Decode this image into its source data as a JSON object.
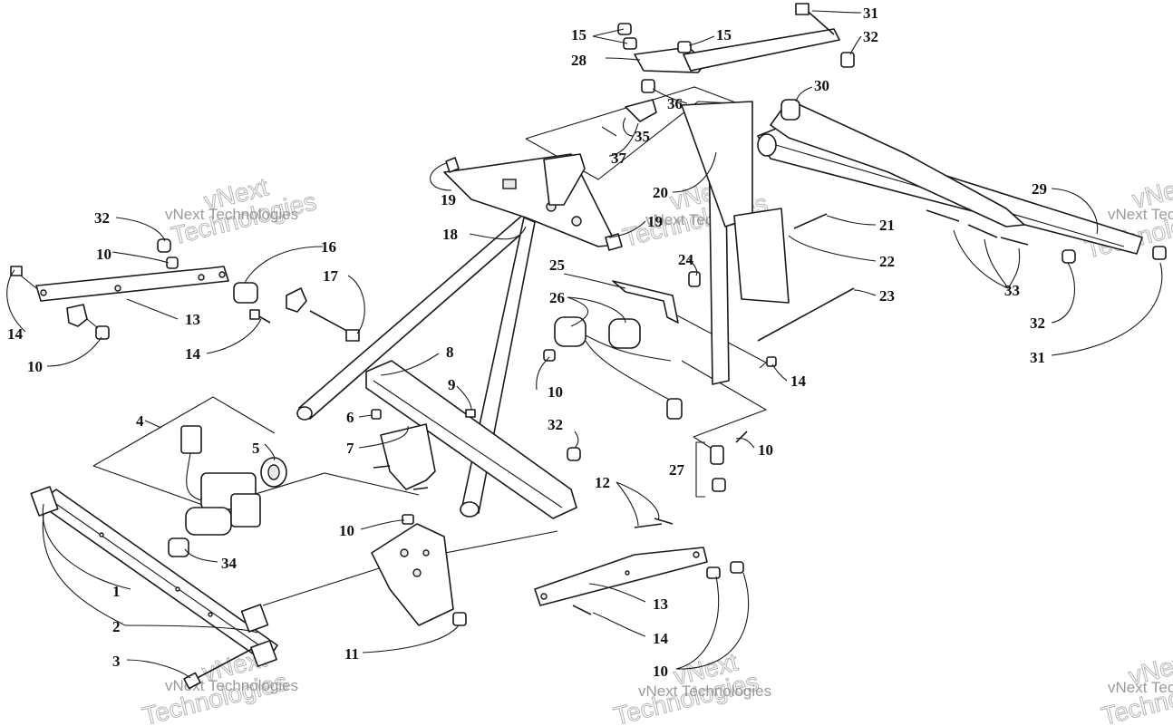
{
  "diagram": {
    "watermark_company": "vNext Technologies",
    "watermark_brand": "vNext",
    "watermark_word": "Technologies",
    "labels": [
      {
        "id": "c1",
        "text": "1"
      },
      {
        "id": "c2",
        "text": "2"
      },
      {
        "id": "c3",
        "text": "3"
      },
      {
        "id": "c4",
        "text": "4"
      },
      {
        "id": "c5",
        "text": "5"
      },
      {
        "id": "c6",
        "text": "6"
      },
      {
        "id": "c7",
        "text": "7"
      },
      {
        "id": "c8",
        "text": "8"
      },
      {
        "id": "c9",
        "text": "9"
      },
      {
        "id": "c10a",
        "text": "10"
      },
      {
        "id": "c10b",
        "text": "10"
      },
      {
        "id": "c10c",
        "text": "10"
      },
      {
        "id": "c10d",
        "text": "10"
      },
      {
        "id": "c10e",
        "text": "10"
      },
      {
        "id": "c10f",
        "text": "10"
      },
      {
        "id": "c11",
        "text": "11"
      },
      {
        "id": "c12",
        "text": "12"
      },
      {
        "id": "c13a",
        "text": "13"
      },
      {
        "id": "c13b",
        "text": "13"
      },
      {
        "id": "c14a",
        "text": "14"
      },
      {
        "id": "c14b",
        "text": "14"
      },
      {
        "id": "c14c",
        "text": "14"
      },
      {
        "id": "c14d",
        "text": "14"
      },
      {
        "id": "c15a",
        "text": "15"
      },
      {
        "id": "c15b",
        "text": "15"
      },
      {
        "id": "c16",
        "text": "16"
      },
      {
        "id": "c17",
        "text": "17"
      },
      {
        "id": "c18",
        "text": "18"
      },
      {
        "id": "c19a",
        "text": "19"
      },
      {
        "id": "c19b",
        "text": "19"
      },
      {
        "id": "c20",
        "text": "20"
      },
      {
        "id": "c21",
        "text": "21"
      },
      {
        "id": "c22",
        "text": "22"
      },
      {
        "id": "c23",
        "text": "23"
      },
      {
        "id": "c24",
        "text": "24"
      },
      {
        "id": "c25",
        "text": "25"
      },
      {
        "id": "c26",
        "text": "26"
      },
      {
        "id": "c27",
        "text": "27"
      },
      {
        "id": "c28",
        "text": "28"
      },
      {
        "id": "c29",
        "text": "29"
      },
      {
        "id": "c30",
        "text": "30"
      },
      {
        "id": "c31a",
        "text": "31"
      },
      {
        "id": "c31b",
        "text": "31"
      },
      {
        "id": "c32a",
        "text": "32"
      },
      {
        "id": "c32b",
        "text": "32"
      },
      {
        "id": "c32c",
        "text": "32"
      },
      {
        "id": "c32d",
        "text": "32"
      },
      {
        "id": "c33",
        "text": "33"
      },
      {
        "id": "c34",
        "text": "34"
      },
      {
        "id": "c35",
        "text": "35"
      },
      {
        "id": "c36",
        "text": "36"
      },
      {
        "id": "c37",
        "text": "37"
      }
    ]
  }
}
